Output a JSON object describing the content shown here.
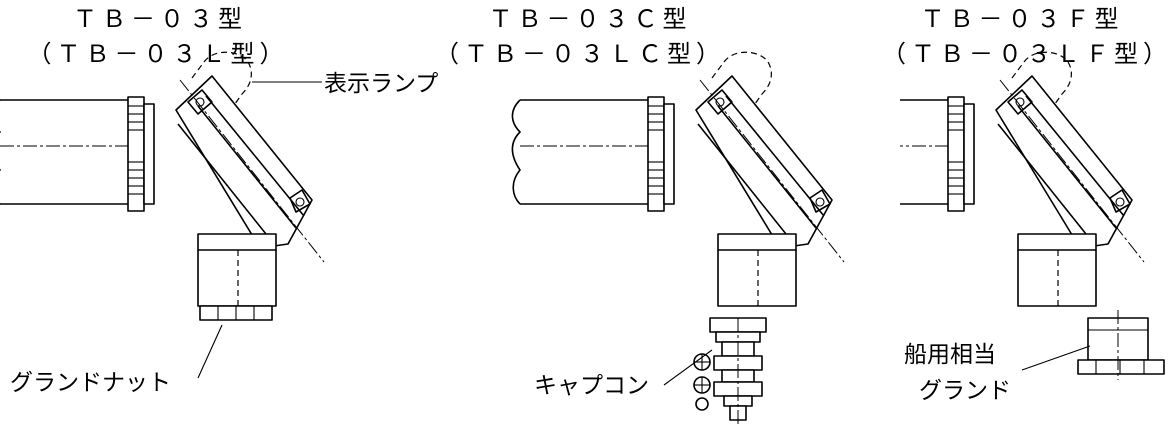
{
  "figures": [
    {
      "title": "ＴＢ－０３型",
      "subtitle": "（ＴＢ－０３Ｌ型）",
      "callouts": [
        "表示ランプ",
        "グランドナット"
      ]
    },
    {
      "title": "ＴＢ－０３Ｃ型",
      "subtitle": "（ＴＢ－０３ＬＣ型）",
      "callouts": [
        "キャプコン"
      ]
    },
    {
      "title": "ＴＢ－０３Ｆ型",
      "subtitle": "（ＴＢ－０３ＬＦ型）",
      "callouts": [
        "船用相当",
        "グランド"
      ]
    }
  ]
}
